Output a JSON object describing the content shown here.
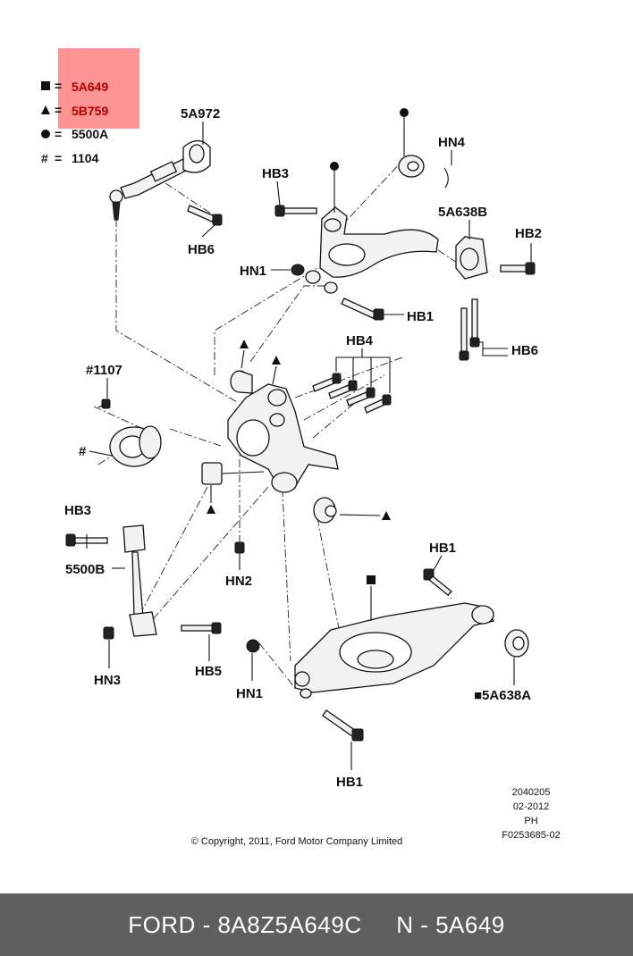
{
  "legend": [
    {
      "symbol": "■ =",
      "part": "5A649",
      "highlighted": true
    },
    {
      "symbol": "▲ =",
      "part": "5B759",
      "highlighted": true
    },
    {
      "symbol": "● =",
      "part": "5500A",
      "highlighted": false
    },
    {
      "symbol": "# =",
      "part": "1104",
      "highlighted": false
    }
  ],
  "labels": {
    "l5a972": "5A972",
    "hn4": "HN4",
    "hb3_top": "HB3",
    "a5a638b": "5A638B",
    "hb2": "HB2",
    "hb6_left": "HB6",
    "hn1_top": "HN1",
    "hb1_mid": "HB1",
    "hb4": "HB4",
    "hb6_right": "HB6",
    "p1107": "#1107",
    "hash": "#",
    "hb3_left": "HB3",
    "p5500b": "5500B",
    "hn2": "HN2",
    "hb1_lower": "HB1",
    "hn3": "HN3",
    "hb5": "HB5",
    "hn1_bottom": "HN1",
    "a5a638a": "■5A638A",
    "hb1_bottom": "HB1"
  },
  "info_block": [
    "2040205",
    "02-2012",
    "PH",
    "F0253685-02"
  ],
  "copyright": "© Copyright, 2011, Ford Motor Company Limited",
  "footer": {
    "brand_part": "FORD - 8A8Z5A649C",
    "ref": "N - 5A649"
  },
  "colors": {
    "highlight": "#ff6b6b",
    "footer_bg": "#5f5f5f",
    "footer_text": "#ffffff"
  }
}
